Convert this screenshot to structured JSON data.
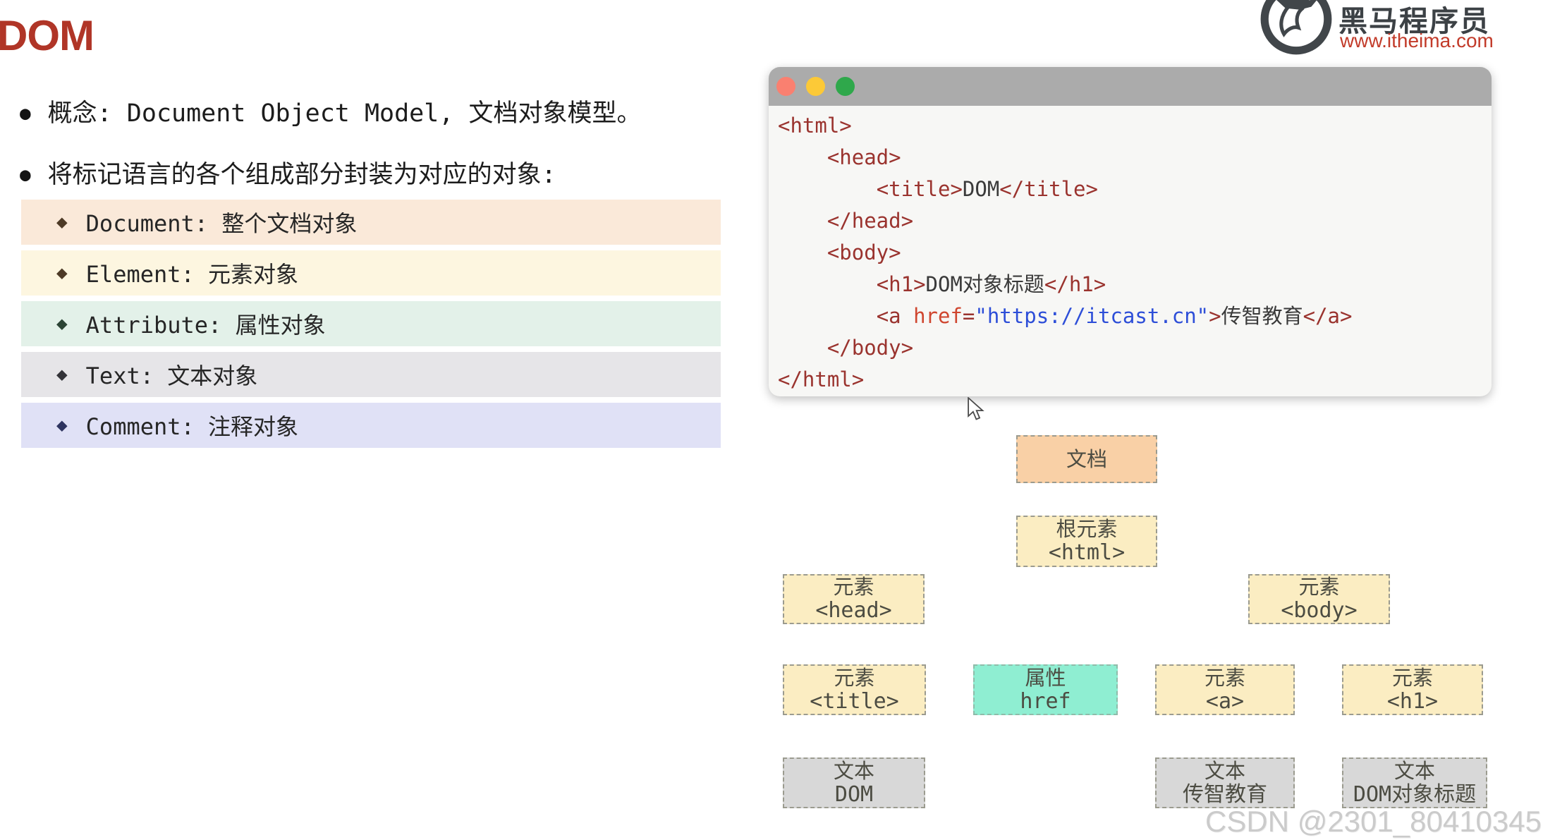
{
  "header": {
    "title": "DOM",
    "title_color": "#b03527"
  },
  "logo": {
    "brand": "黑马程序员",
    "site": "www.itheima.com",
    "brand_color": "#3c4145",
    "site_color": "#c23b2a"
  },
  "glyphs": {
    "dot": "●",
    "diamond": "◆"
  },
  "bullets": [
    {
      "text": "概念: Document Object Model, 文档对象模型。"
    },
    {
      "text": "将标记语言的各个组成部分封装为对应的对象:"
    }
  ],
  "object_list": [
    {
      "label": "Document: 整个文档对象",
      "bg": "#fae9d9",
      "diamond": "#4d3a26"
    },
    {
      "label": "Element: 元素对象",
      "bg": "#fdf6e0",
      "diamond": "#4d3a26"
    },
    {
      "label": "Attribute: 属性对象",
      "bg": "#e3f1e9",
      "diamond": "#2c4435"
    },
    {
      "label": "Text: 文本对象",
      "bg": "#e6e5e8",
      "diamond": "#333338"
    },
    {
      "label": "Comment: 注释对象",
      "bg": "#e0e1f6",
      "diamond": "#2e3460"
    }
  ],
  "code_window": {
    "dot_colors": [
      "#fa8070",
      "#fcc937",
      "#2fa84b"
    ],
    "colors": {
      "tag": "#9a332e",
      "attr": "#cf462f",
      "string": "#2d4ed8",
      "plain": "#3a3a3a"
    },
    "lines": [
      [
        {
          "t": "<html>",
          "c": "tag"
        }
      ],
      [
        {
          "t": "    ",
          "c": "plain"
        },
        {
          "t": "<head>",
          "c": "tag"
        }
      ],
      [
        {
          "t": "        ",
          "c": "plain"
        },
        {
          "t": "<title>",
          "c": "tag"
        },
        {
          "t": "DOM",
          "c": "plain"
        },
        {
          "t": "</title>",
          "c": "tag"
        }
      ],
      [
        {
          "t": "    ",
          "c": "plain"
        },
        {
          "t": "</head>",
          "c": "tag"
        }
      ],
      [
        {
          "t": "    ",
          "c": "plain"
        },
        {
          "t": "<body>",
          "c": "tag"
        }
      ],
      [
        {
          "t": "        ",
          "c": "plain"
        },
        {
          "t": "<h1>",
          "c": "tag"
        },
        {
          "t": "DOM对象标题",
          "c": "plain"
        },
        {
          "t": "</h1>",
          "c": "tag"
        }
      ],
      [
        {
          "t": "        ",
          "c": "plain"
        },
        {
          "t": "<a ",
          "c": "tag"
        },
        {
          "t": "href",
          "c": "attr"
        },
        {
          "t": "=",
          "c": "tag"
        },
        {
          "t": "\"https://itcast.cn\"",
          "c": "str"
        },
        {
          "t": ">",
          "c": "tag"
        },
        {
          "t": "传智教育",
          "c": "plain"
        },
        {
          "t": "</a>",
          "c": "tag"
        }
      ],
      [
        {
          "t": "    ",
          "c": "plain"
        },
        {
          "t": "</body>",
          "c": "tag"
        }
      ],
      [
        {
          "t": "</html>",
          "c": "tag"
        }
      ]
    ]
  },
  "tree": {
    "node_colors": {
      "document": "#f9d0a6",
      "element": "#fbedc2",
      "attribute": "#8feed2",
      "text": "#d8d8d8"
    },
    "nodes": [
      {
        "label": "文档",
        "tag": ""
      },
      {
        "label": "根元素",
        "tag": "<html>"
      },
      {
        "label": "元素",
        "tag": "<head>"
      },
      {
        "label": "元素",
        "tag": "<body>"
      },
      {
        "label": "元素",
        "tag": "<title>"
      },
      {
        "label": "属性",
        "tag": "href"
      },
      {
        "label": "元素",
        "tag": "<a>"
      },
      {
        "label": "元素",
        "tag": "<h1>"
      },
      {
        "label": "文本",
        "tag": "DOM"
      },
      {
        "label": "文本",
        "tag": "传智教育"
      },
      {
        "label": "文本",
        "tag": "DOM对象标题"
      }
    ]
  },
  "watermark": {
    "text": "CSDN @2301_80410345",
    "color": "#cbcbcb"
  }
}
